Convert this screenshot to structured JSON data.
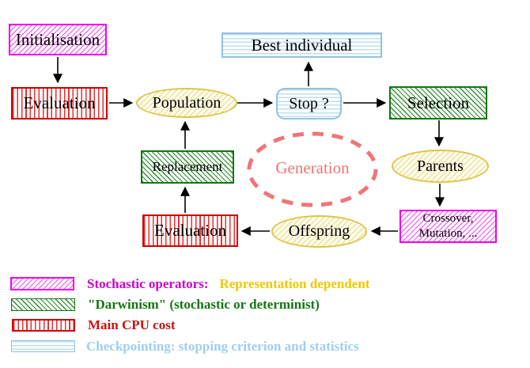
{
  "nodes": {
    "initialisation": "Initialisation",
    "evaluation_top": "Evaluation",
    "population": "Population",
    "stop": "Stop ?",
    "best_individual": "Best individual",
    "selection": "Selection",
    "parents": "Parents",
    "crossover_line1": "Crossover,",
    "crossover_line2": "Mutation, ...",
    "offspring": "Offspring",
    "evaluation_bottom": "Evaluation",
    "replacement": "Replacement",
    "generation": "Generation"
  },
  "legend": {
    "stochastic_label": "Stochastic operators:",
    "stochastic_note": "Representation dependent",
    "darwinism": "\"Darwinism\" (stochastic or determinist)",
    "cpu_cost": "Main CPU cost",
    "checkpointing": "Checkpointing: stopping criterion and statistics"
  },
  "colors": {
    "magenta": "#ee00ee",
    "red": "#cf0000",
    "green": "#127712",
    "gold_border": "#ddc64a",
    "light_blue": "#90c3e0",
    "salmon": "#f07575",
    "gold_text": "#f0c800",
    "blue_text": "#9fcfee",
    "arrow": "#000000"
  }
}
